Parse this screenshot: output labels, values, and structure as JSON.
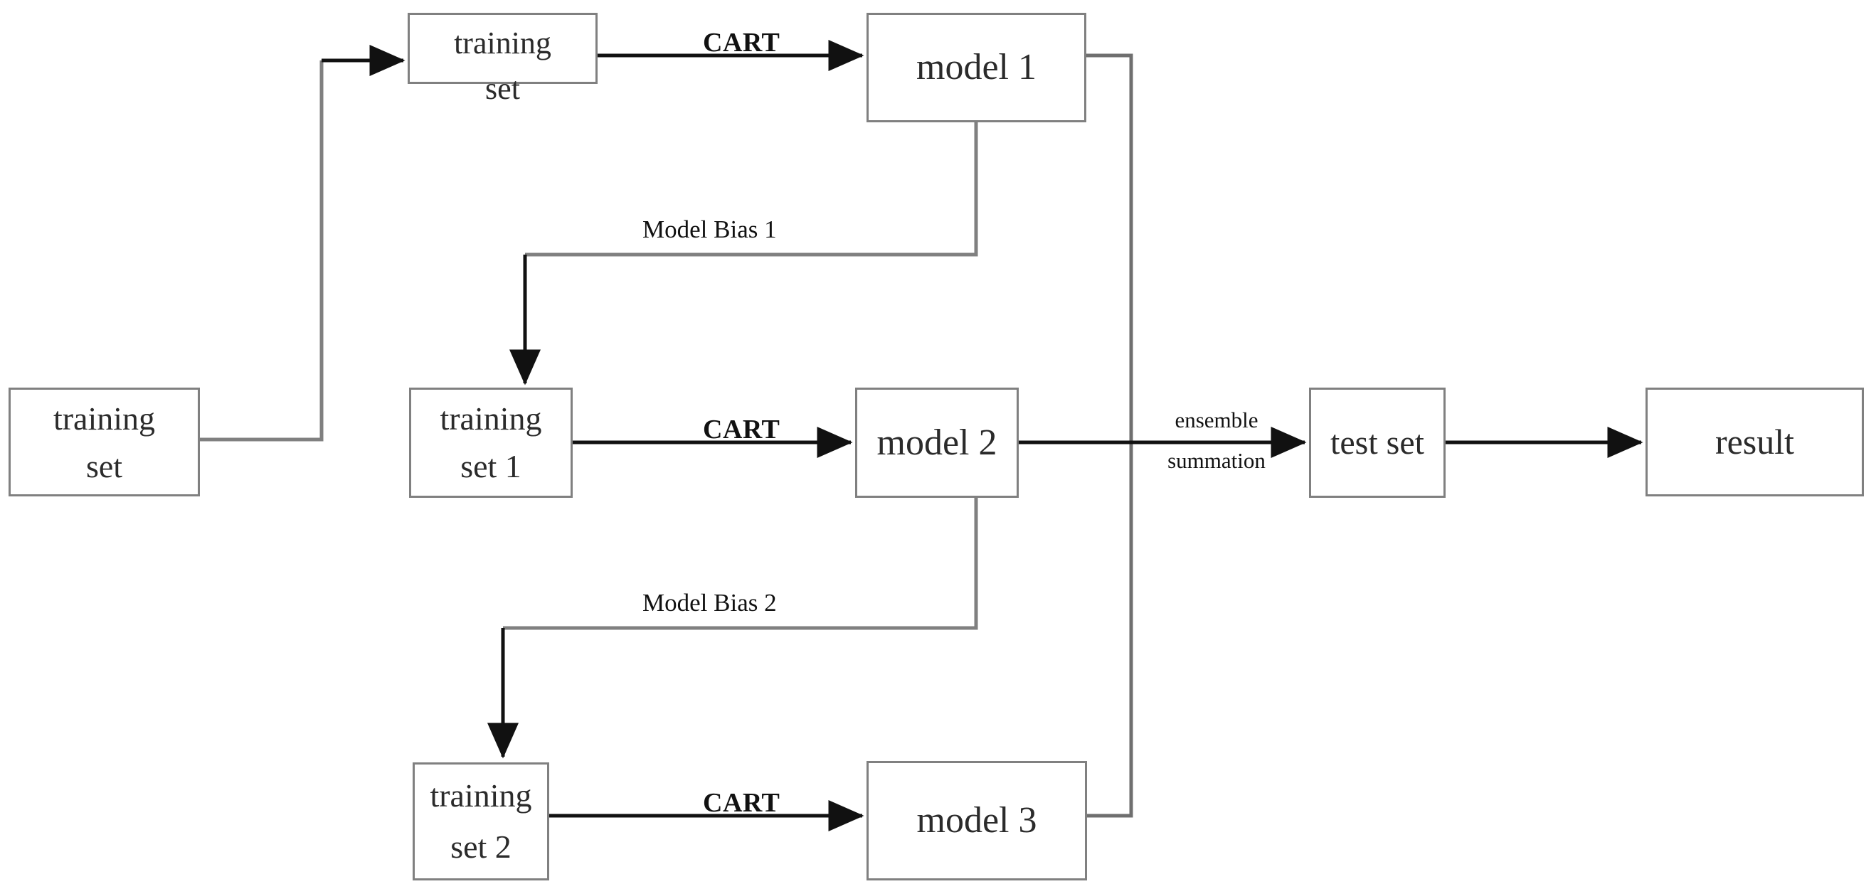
{
  "diagram": {
    "title": "Boosting ensemble (CART) workflow",
    "background_color": "#ffffff",
    "box_border_color": "#808080",
    "wire_color_dark": "#111111",
    "wire_color_gray": "#808080",
    "text_color": "#2b2b2b"
  },
  "nodes": {
    "training_set_root": {
      "line1": "training",
      "line2": "set"
    },
    "training_set_top": {
      "line1": "training",
      "line2": "set"
    },
    "training_set_1": {
      "line1": "training",
      "line2": "set 1"
    },
    "training_set_2": {
      "line1": "training",
      "line2": "set 2"
    },
    "model_1": {
      "line1": "model 1",
      "line2": ""
    },
    "model_2": {
      "line1": "model 2",
      "line2": ""
    },
    "model_3": {
      "line1": "model 3",
      "line2": ""
    },
    "test_set": {
      "line1": "test set",
      "line2": ""
    },
    "result": {
      "line1": "result",
      "line2": ""
    }
  },
  "edge_labels": {
    "cart_top": "CART",
    "cart_middle": "CART",
    "cart_bottom": "CART",
    "model_bias_1": "Model Bias 1",
    "model_bias_2": "Model Bias 2",
    "ensemble_line1": "ensemble",
    "ensemble_line2": "summation"
  }
}
